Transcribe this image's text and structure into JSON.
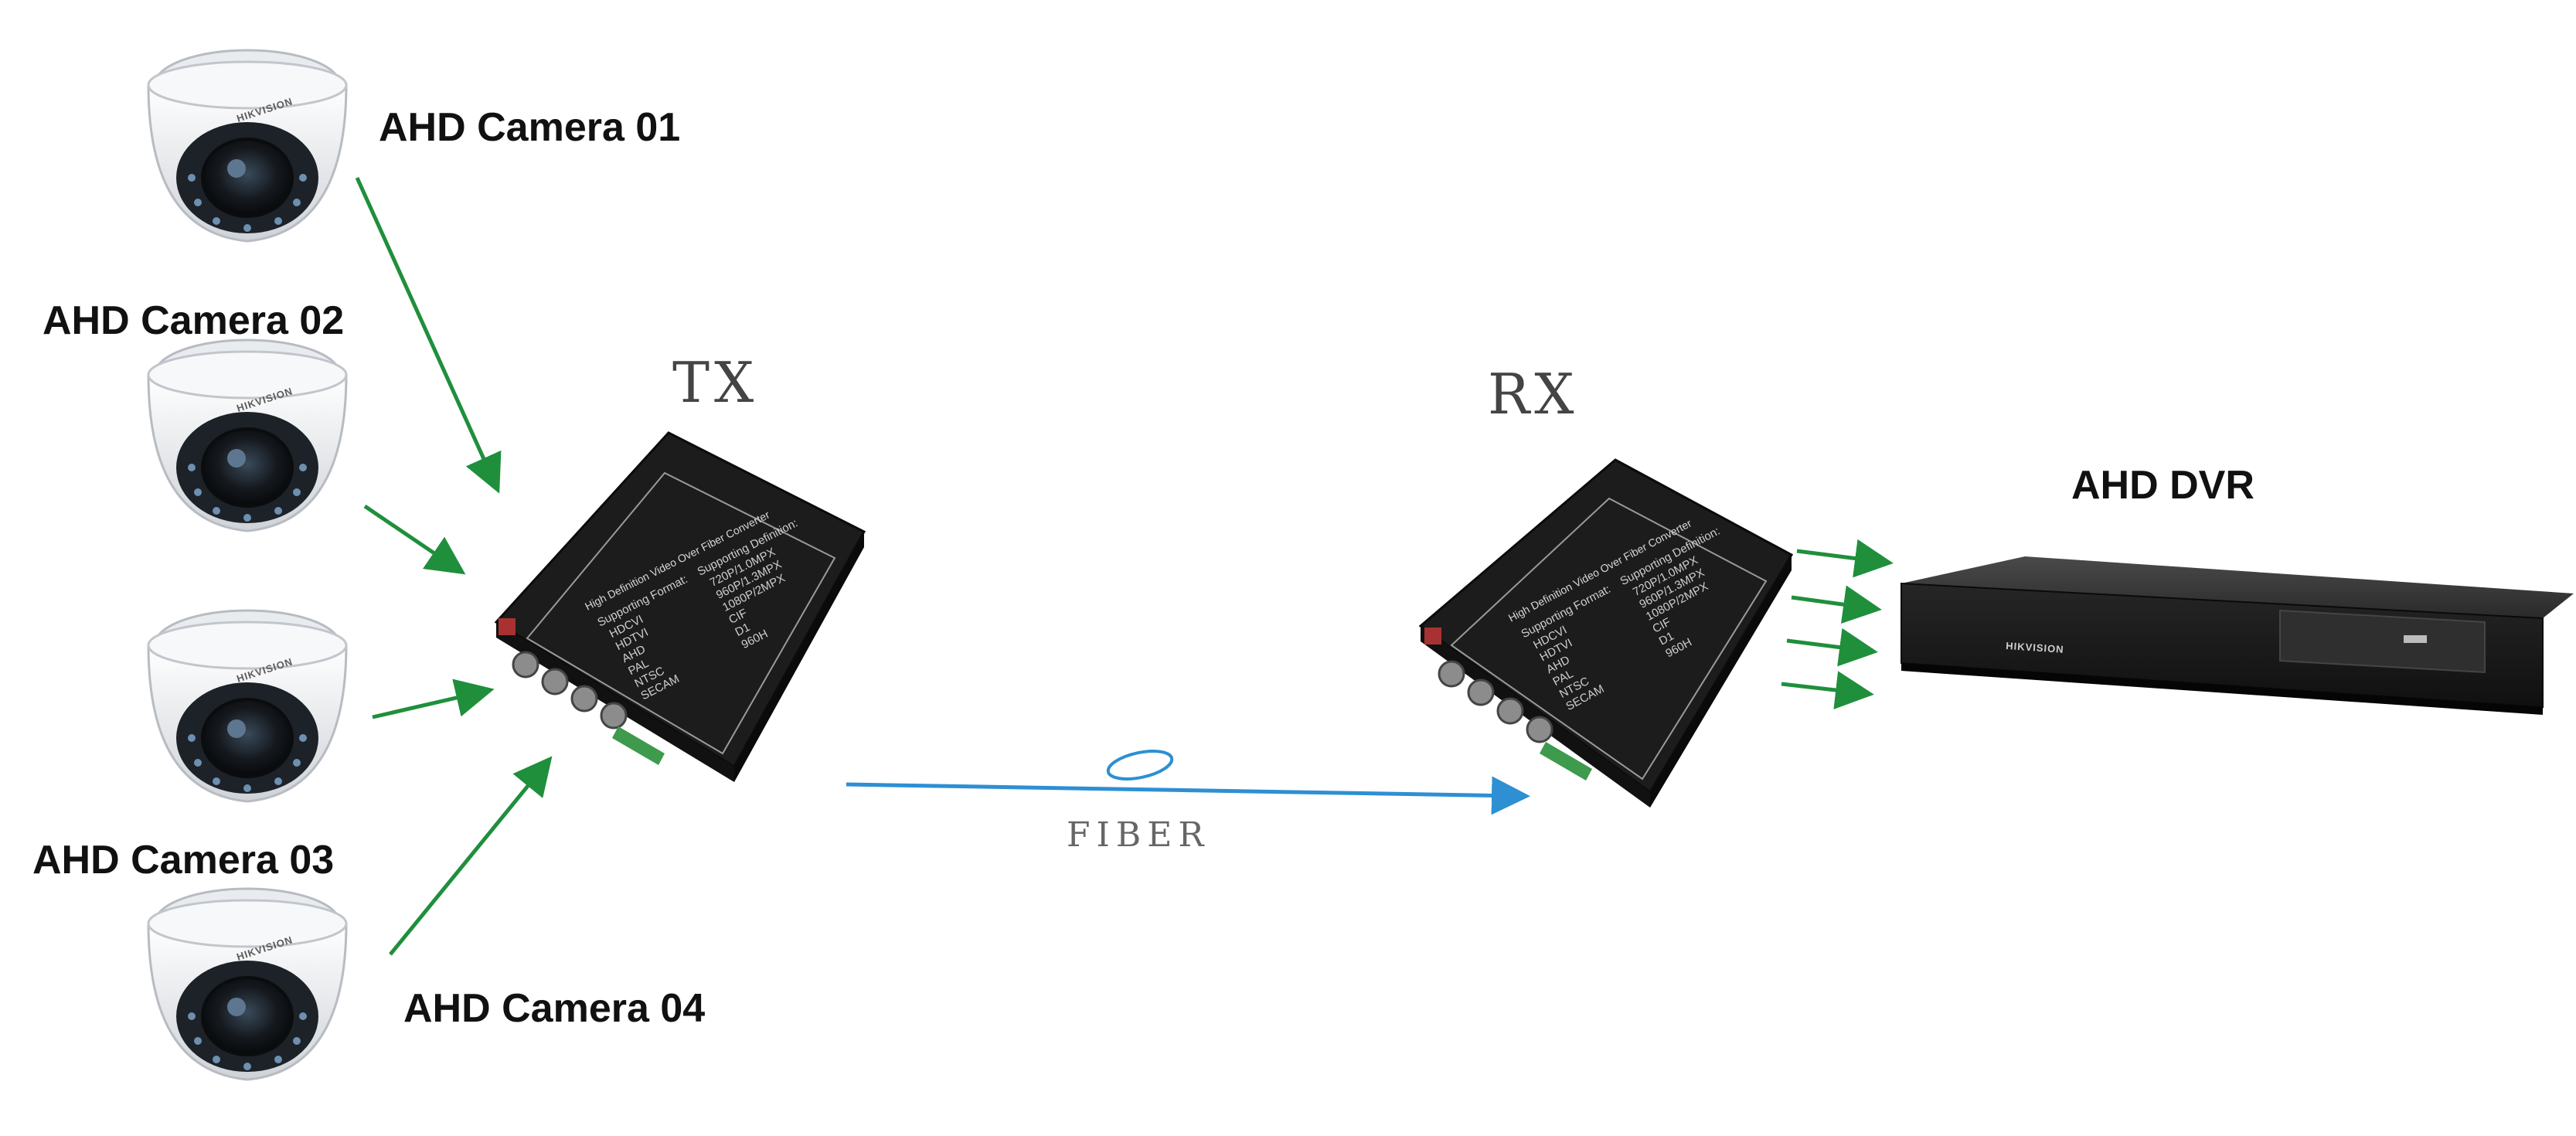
{
  "cameras": [
    {
      "label": "AHD Camera 01",
      "brand": "HIKVISION"
    },
    {
      "label": "AHD Camera 02",
      "brand": "HIKVISION"
    },
    {
      "label": "AHD Camera 03",
      "brand": "HIKVISION"
    },
    {
      "label": "AHD Camera 04",
      "brand": "HIKVISION"
    }
  ],
  "transmitter": {
    "label": "TX",
    "panel": {
      "title": "High Definition Video Over Fiber Converter",
      "format_heading": "Supporting Format:",
      "formats": [
        "HDCVI",
        "HDTVI",
        "AHD",
        "PAL",
        "NTSC",
        "SECAM"
      ],
      "definition_heading": "Supporting Definition:",
      "definitions": [
        "720P/1.0MPX",
        "960P/1.3MPX",
        "1080P/2MPX",
        "CIF",
        "D1",
        "960H"
      ]
    }
  },
  "receiver": {
    "label": "RX",
    "panel": {
      "title": "High Definition Video Over Fiber Converter",
      "format_heading": "Supporting Format:",
      "formats": [
        "HDCVI",
        "HDTVI",
        "AHD",
        "PAL",
        "NTSC",
        "SECAM"
      ],
      "definition_heading": "Supporting Definition:",
      "definitions": [
        "720P/1.0MPX",
        "960P/1.3MPX",
        "1080P/2MPX",
        "CIF",
        "D1",
        "960H"
      ]
    }
  },
  "fiber": {
    "label": "FIBER"
  },
  "dvr": {
    "label": "AHD DVR",
    "brand": "HIKVISION"
  },
  "colors": {
    "camera_arrow": "#1f8f3c",
    "fiber_line": "#2e8fd3",
    "device_body": "#1c1c1c",
    "background": "#ffffff"
  }
}
